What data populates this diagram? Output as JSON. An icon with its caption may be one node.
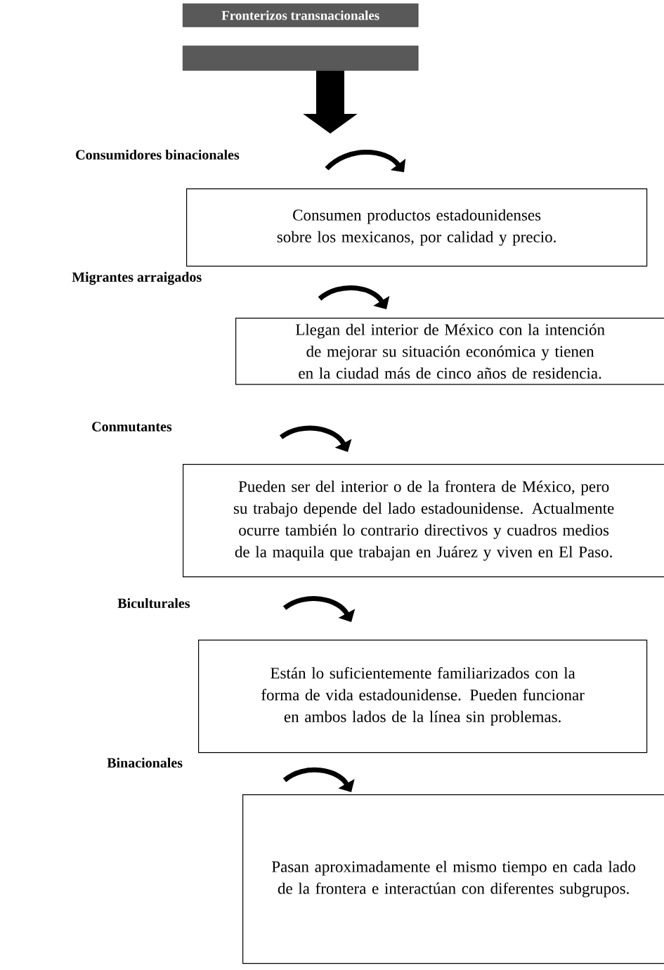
{
  "diagram": {
    "nodes": [
      {
        "text": [
          "Fronterizos transnacionales"
        ]
      },
      {
        "text": [],
        "shape": "bar"
      },
      {
        "text": [
          "Consumidores binacionales"
        ]
      },
      {
        "text": [
          "Consumen productos estadounidenses sobre los mexicanos, por calidad y precio."
        ]
      },
      {
        "text": [
          "Migrantes arraigados"
        ]
      },
      {
        "text": [
          "Llegan del interior de México con la intención de mejorar su situación económica y tienen en la ciudad más de cinco años de residencia."
        ]
      },
      {
        "text": [
          "Conmutantes"
        ]
      },
      {
        "text": [
          "Pueden ser del interior o de la frontera de México, pero su trabajo depende del lado estadounidense. Actualmente ocurre también lo contrario directivos y cuadros medios de la maquila que trabajan en Juárez y viven en El Paso."
        ]
      },
      {
        "text": [
          "Biculturales"
        ]
      },
      {
        "text": [
          "Están lo suficientemente familiarizados con la forma de vida estadounidense. Pueden funcionar en ambos lados de la línea sin problemas."
        ]
      },
      {
        "text": [
          "Binacionales"
        ]
      },
      {
        "text": [
          "Pasan aproximadamente el mismo tiempo en cada lado de la frontera e interactúan con diferentes subgrupos."
        ]
      }
    ],
    "edges": [
      {
        "from": 1,
        "to": null,
        "arrow": "to",
        "style": "thick"
      },
      {
        "from": null,
        "to": 3,
        "arrow": "to"
      },
      {
        "from": null,
        "to": 5,
        "arrow": "to"
      },
      {
        "from": null,
        "to": 7,
        "arrow": "to"
      },
      {
        "from": null,
        "to": 9,
        "arrow": "to"
      },
      {
        "from": null,
        "to": 11,
        "arrow": "to"
      }
    ]
  }
}
